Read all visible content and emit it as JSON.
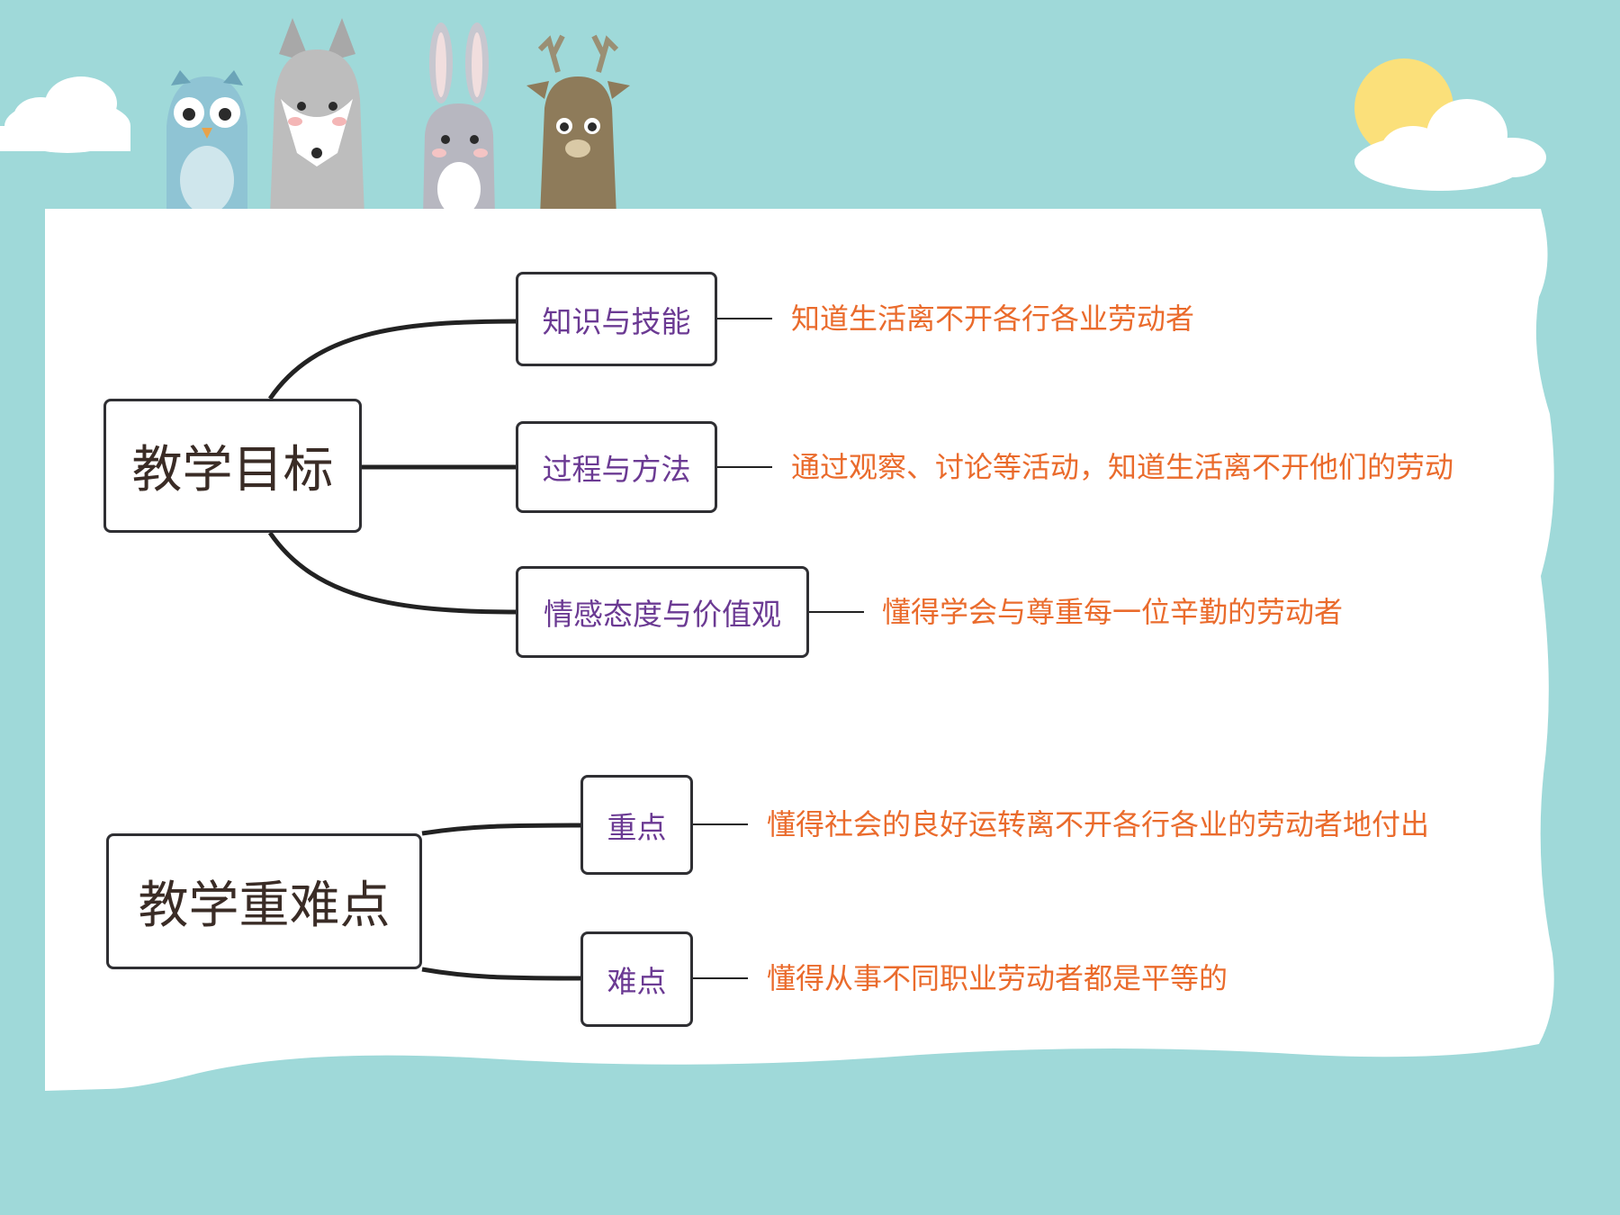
{
  "diagram": {
    "objectives": {
      "root_label": "教学目标",
      "branches": [
        {
          "label": "知识与技能",
          "detail": "知道生活离不开各行各业劳动者"
        },
        {
          "label": "过程与方法",
          "detail": "通过观察、讨论等活动，知道生活离不开他们的劳动"
        },
        {
          "label": "情感态度与价值观",
          "detail": "懂得学会与尊重每一位辛勤的劳动者"
        }
      ]
    },
    "key_points": {
      "root_label": "教学重难点",
      "branches": [
        {
          "label": "重点",
          "detail": "懂得社会的良好运转离不开各行各业的劳动者地付出"
        },
        {
          "label": "难点",
          "detail": "懂得从事不同职业劳动者都是平等的"
        }
      ]
    }
  },
  "colors": {
    "background": "#9fd9d9",
    "node_border": "#2f2f33",
    "root_text": "#3a2c26",
    "branch_text": "#6b3a93",
    "detail_text": "#ea6b2c"
  },
  "decorations": [
    "cloud-left",
    "owl-illustration",
    "fox-illustration",
    "rabbit-illustration",
    "deer-illustration",
    "sun-icon",
    "cloud-right"
  ]
}
